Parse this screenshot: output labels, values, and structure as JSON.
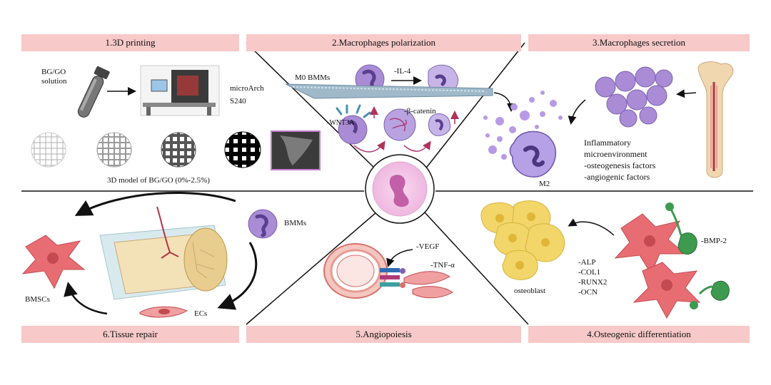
{
  "panels": {
    "p1": {
      "title": "1.3D printing"
    },
    "p2": {
      "title": "2.Macrophages polarization"
    },
    "p3": {
      "title": "3.Macrophages secretion"
    },
    "p4": {
      "title": "4.Osteogenic differentiation"
    },
    "p5": {
      "title": "5.Angiopoiesis"
    },
    "p6": {
      "title": "6.Tissue repair"
    }
  },
  "labels": {
    "bggo_solution_1": "BG/GO",
    "bggo_solution_2": "solution",
    "printer_1": "microArch",
    "printer_2": "S240",
    "model_caption": "3D model of BG/GO (0%-2.5%)",
    "m0": "M0 BMMs",
    "il4": "-IL-4",
    "wnt3a": "-WNT3A",
    "bcatenin": "-β-catenin",
    "inflam_1": "Inflammatory",
    "inflam_2": "microenvironment",
    "inflam_3": "-osteogenesis factors",
    "inflam_4": "-angiogenic factors",
    "m2": "M2",
    "bmms": "BMMs",
    "bmscs": "BMSCs",
    "ecs": "ECs",
    "vegf": "-VEGF",
    "tnf": "-TNF-α",
    "alp": "-ALP",
    "col1": "-COL1",
    "runx2": "-RUNX2",
    "ocn": "-OCN",
    "osteoblast": "osteoblast",
    "bmp2": "-BMP-2"
  },
  "colors": {
    "header_bg": "#f7c9c9",
    "macrophage": "#a98bd6",
    "msc": "#e86d72",
    "osteoblast": "#f2d66a",
    "bmp": "#3d9a4f"
  }
}
